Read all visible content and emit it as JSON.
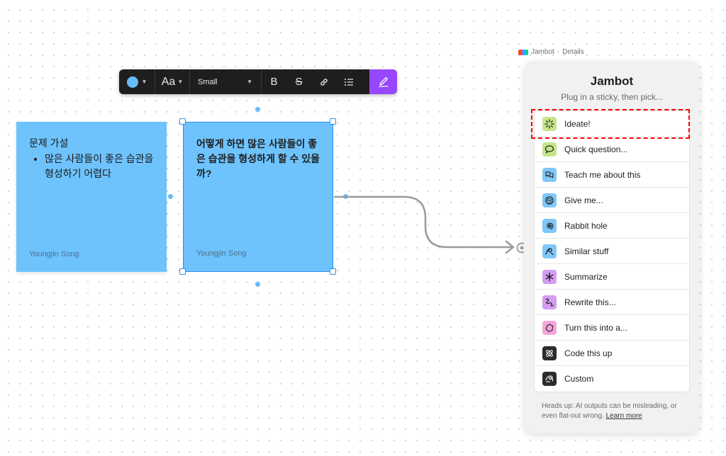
{
  "toolbar": {
    "text_color": "#67bcf7",
    "font_label": "Aa",
    "size_label": "Small",
    "bold_label": "B",
    "strike_label": "S",
    "link_icon": "link-icon",
    "list_icon": "list-icon",
    "pen_icon": "pen-icon",
    "accent": "#9747ff"
  },
  "stickies": [
    {
      "title": "문제 가설",
      "bullet": "많은 사람들이 좋은 습관을 형성하기 어렵다",
      "author": "Youngjin Song",
      "color": "#6ec3fd"
    },
    {
      "text": "어떻게 하면 많은 사람들이 좋은 습관을 형성하게 할 수 있을까?",
      "author": "Youngjin Song",
      "color": "#6ec3fd",
      "selected": true
    }
  ],
  "panel": {
    "label_name": "Jambot",
    "label_separator": "·",
    "label_details": "Details",
    "title": "Jambot",
    "subtitle": "Plug in a sticky, then pick...",
    "items": [
      {
        "label": "Ideate!",
        "icon": "sparkle-icon",
        "icon_bg": "#c5e58c"
      },
      {
        "label": "Quick question...",
        "icon": "speech-bubble-icon",
        "icon_bg": "#c5e58c"
      },
      {
        "label": "Teach me about this",
        "icon": "chat-bubbles-icon",
        "icon_bg": "#7fc8f8"
      },
      {
        "label": "Give me...",
        "icon": "swirl-ball-icon",
        "icon_bg": "#7fc8f8"
      },
      {
        "label": "Rabbit hole",
        "icon": "spiral-icon",
        "icon_bg": "#7fc8f8"
      },
      {
        "label": "Similar stuff",
        "icon": "loop-icon",
        "icon_bg": "#7fc8f8"
      },
      {
        "label": "Summarize",
        "icon": "asterisk-icon",
        "icon_bg": "#d49cf2"
      },
      {
        "label": "Rewrite this...",
        "icon": "squiggle-icon",
        "icon_bg": "#d49cf2"
      },
      {
        "label": "Turn this into a...",
        "icon": "flower-icon",
        "icon_bg": "#f4a5dc"
      },
      {
        "label": "Code this up",
        "icon": "atom-icon",
        "icon_bg": "#2c2c2c"
      },
      {
        "label": "Custom",
        "icon": "scribble-icon",
        "icon_bg": "#2c2c2c"
      }
    ],
    "footer_text": "Heads up: AI outputs can be misleading, or even flat-out wrong.",
    "footer_link": "Learn more"
  },
  "highlight_color": "#ff0000"
}
